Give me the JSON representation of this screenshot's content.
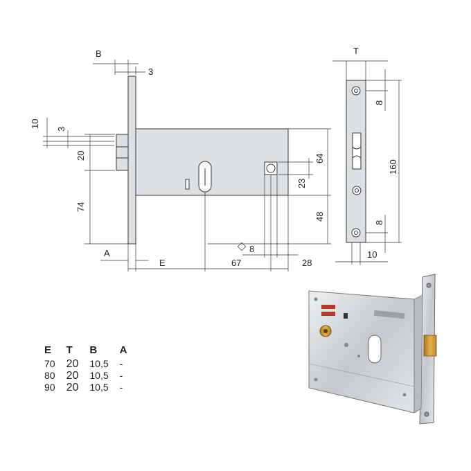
{
  "dimensions": {
    "B": "B",
    "T": "T",
    "three_top": "3",
    "ten": "10",
    "three_side": "3",
    "twenty": "20",
    "seventy_four": "74",
    "sixty_four": "64",
    "twenty_three": "23",
    "forty_eight": "48",
    "eight_bottom": "8",
    "A": "A",
    "E": "E",
    "sixty_seven": "67",
    "twenty_eight": "28",
    "eight_top_side": "8",
    "one_sixty": "160",
    "eight_low_side": "8",
    "ten_side": "10"
  },
  "spec_table": {
    "headers": [
      "E",
      "T",
      "B",
      "A"
    ],
    "rows": [
      [
        "70",
        "20",
        "10,5",
        "-"
      ],
      [
        "80",
        "20",
        "10,5",
        "-"
      ],
      [
        "90",
        "20",
        "10,5",
        "-"
      ]
    ]
  },
  "colors": {
    "body": "#dde0e3",
    "line": "#333333",
    "brass": "#c9962e"
  }
}
